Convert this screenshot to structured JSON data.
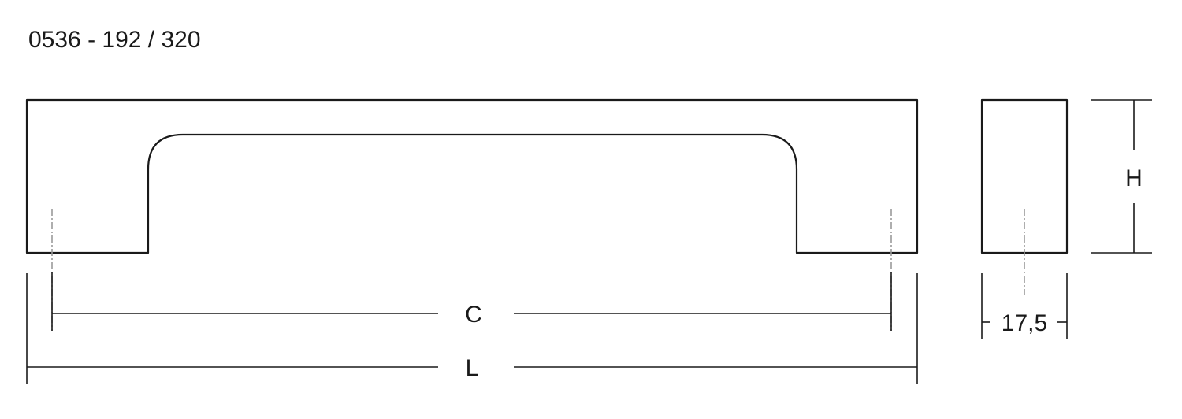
{
  "title": "0536 - 192 / 320",
  "dimensions": {
    "hole_spacing_label": "C",
    "length_label": "L",
    "height_label": "H",
    "width_label": "17,5"
  },
  "colors": {
    "line": "#1a1a1a",
    "centerline": "#9a9a9a",
    "background": "#ffffff"
  }
}
